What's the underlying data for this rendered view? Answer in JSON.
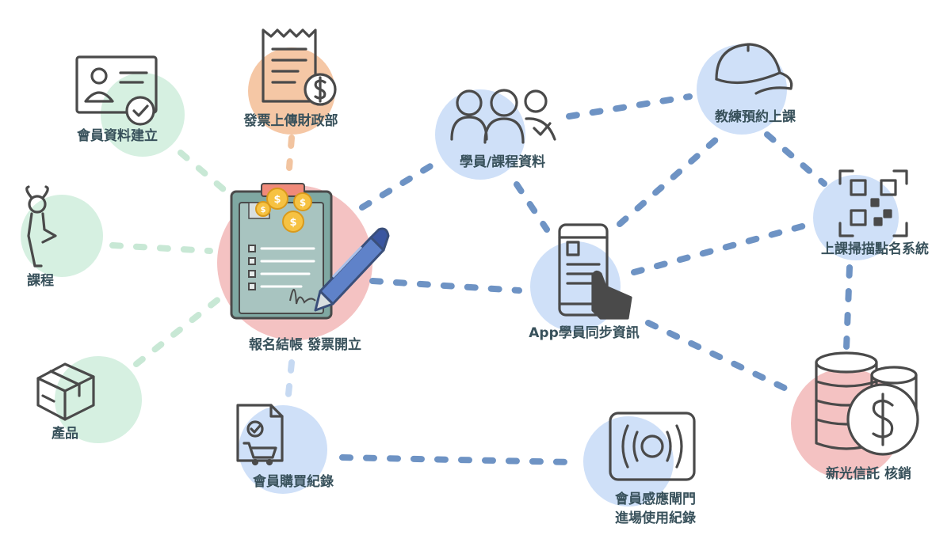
{
  "colors": {
    "green_circle": "#d6f0e1",
    "green_line": "#c8e8d5",
    "blue_circle": "#cfe0f8",
    "blue_line": "#6e93c4",
    "red_circle": "#f4c2c2",
    "orange_circle": "#f5c7a5",
    "orange_line": "#f2c4a0",
    "light_blue_line": "#c6d9f2",
    "icon_stroke": "#4a4a4a",
    "label_text": "#38515b"
  },
  "nodes": {
    "member_profile": {
      "label": "會員資料建立",
      "icon": "id-card-check-icon"
    },
    "invoice_upload": {
      "label": "發票上傳財政部",
      "icon": "receipt-dollar-icon"
    },
    "course": {
      "label": "課程",
      "icon": "yoga-pose-icon"
    },
    "product": {
      "label": "產品",
      "icon": "box-icon"
    },
    "checkout": {
      "label": "報名結帳 發票開立",
      "icon": "clipboard-pen-icon"
    },
    "purchase_record": {
      "label": "會員購買紀錄",
      "icon": "purchase-document-icon"
    },
    "student_course": {
      "label": "學員/課程資料",
      "icon": "people-group-icon"
    },
    "app_sync": {
      "label": "App學員同步資訊",
      "icon": "phone-tap-icon"
    },
    "coach_booking": {
      "label": "教練預約上課",
      "icon": "cap-icon"
    },
    "qr_checkin": {
      "label": "上課掃描點名系統",
      "icon": "qr-code-icon"
    },
    "bank_trust": {
      "label": "新光信託 核銷",
      "icon": "coins-dollar-icon"
    },
    "gate_entry": {
      "label_line1": "會員感應閘門",
      "label_line2": "進場使用紀錄",
      "icon": "sensor-gate-icon"
    }
  }
}
